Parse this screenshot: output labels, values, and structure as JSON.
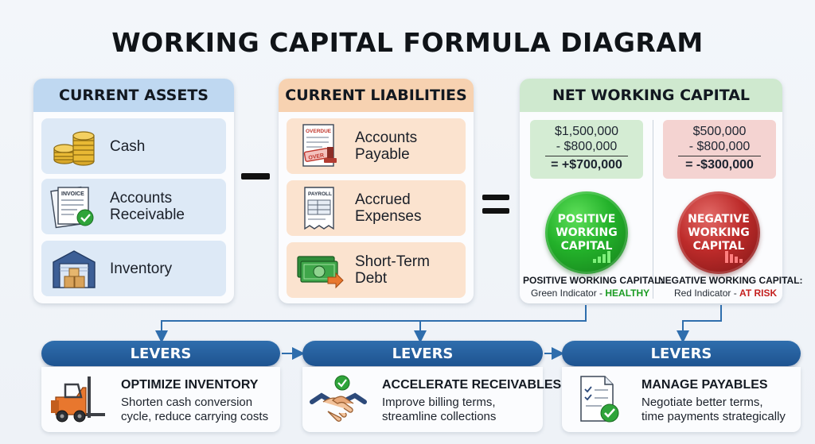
{
  "title": "WORKING CAPITAL FORMULA DIAGRAM",
  "current_assets": {
    "header": "CURRENT ASSETS",
    "items": [
      {
        "label": "Cash",
        "icon": "coins-icon"
      },
      {
        "label": "Accounts\nReceivable",
        "icon": "invoice-icon",
        "icon_text": "INVOICE"
      },
      {
        "label": "Inventory",
        "icon": "warehouse-icon"
      }
    ]
  },
  "operators": {
    "minus": "−",
    "equals": "="
  },
  "current_liabilities": {
    "header": "CURRENT LIABILITIES",
    "items": [
      {
        "label": "Accounts\nPayable",
        "icon": "overdue-bill-icon",
        "icon_text": "OVERDUE",
        "stamp_text": "OVER"
      },
      {
        "label": "Accrued\nExpenses",
        "icon": "payroll-icon",
        "icon_text": "PAYROLL"
      },
      {
        "label": "Short-Term\nDebt",
        "icon": "cash-bill-icon"
      }
    ]
  },
  "net_working_capital": {
    "header": "NET WORKING CAPITAL",
    "positive": {
      "line1": "$1,500,000",
      "line2": "- $800,000",
      "result": "= +$700,000",
      "badge": "POSITIVE\nWORKING\nCAPITAL",
      "indicator_title": "POSITIVE WORKING CAPITAL:",
      "indicator_text": "Green Indicator - ",
      "indicator_status": "HEALTHY",
      "color": "#23b12a"
    },
    "negative": {
      "line1": "$500,000",
      "line2": "- $800,000",
      "result": "= -$300,000",
      "badge": "NEGATIVE\nWORKING\nCAPITAL",
      "indicator_title": "NEGATIVE WORKING CAPITAL:",
      "indicator_text": "Red Indicator - ",
      "indicator_status": "AT RISK",
      "color": "#bd2b2a"
    }
  },
  "levers": [
    {
      "header": "LEVERS",
      "title": "OPTIMIZE INVENTORY",
      "desc": "Shorten cash conversion\ncycle, reduce carrying costs",
      "icon": "forklift-icon"
    },
    {
      "header": "LEVERS",
      "title": "ACCELERATE RECEIVABLES",
      "desc": "Improve billing terms,\nstreamline collections",
      "icon": "handshake-icon"
    },
    {
      "header": "LEVERS",
      "title": "MANAGE PAYABLES",
      "desc": "Negotiate better terms,\ntime payments strategically",
      "icon": "checklist-document-icon"
    }
  ],
  "colors": {
    "lever_blue": "#1e5390",
    "connector": "#2f6ead",
    "assets": "#bfd8f1",
    "liabilities": "#f7d2b1",
    "nwc": "#cfe9cf"
  }
}
